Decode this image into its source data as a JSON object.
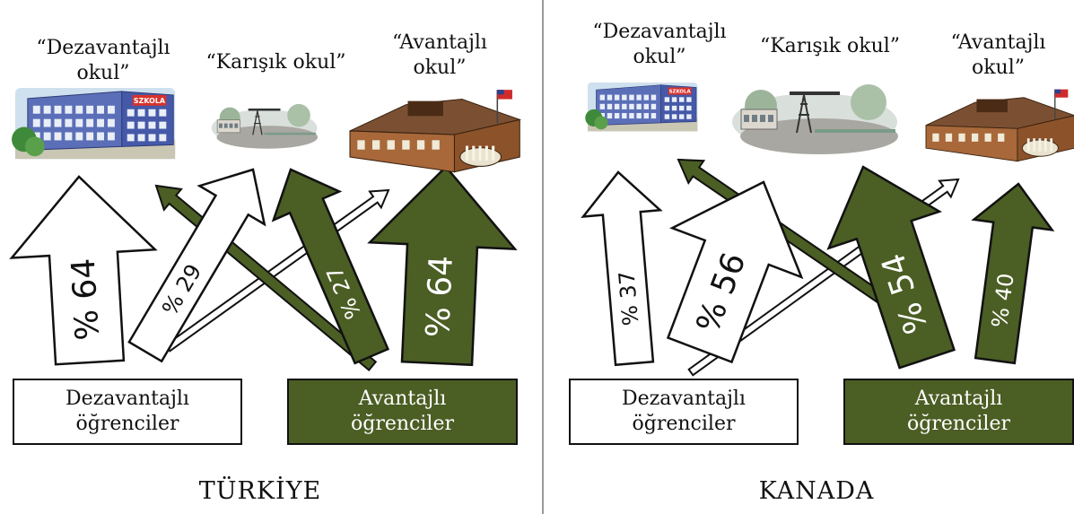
{
  "colors": {
    "green": "#4b5e24",
    "white": "#ffffff",
    "outline": "#111111",
    "divider": "#9a9a9a"
  },
  "panels": [
    {
      "country": "TÜRKİYE",
      "schools": [
        {
          "label_line1": "“Dezavantajlı",
          "label_line2": "okul”",
          "icon": "school-building-blue-icon"
        },
        {
          "label_line1": "“Karışık okul”",
          "label_line2": "",
          "icon": "school-building-small-icon"
        },
        {
          "label_line1": "“Avantajlı",
          "label_line2": "okul”",
          "icon": "school-building-brown-icon"
        }
      ],
      "students": [
        {
          "line1": "Dezavantajlı",
          "line2": "öğrenciler",
          "style": "white"
        },
        {
          "line1": "Avantajlı",
          "line2": "öğrenciler",
          "style": "green"
        }
      ],
      "flows": [
        {
          "from": "Dezavantajlı öğrenciler",
          "to": "“Dezavantajlı okul”",
          "label": "% 64",
          "value": 64
        },
        {
          "from": "Dezavantajlı öğrenciler",
          "to": "“Karışık okul”",
          "label": "% 29",
          "value": 29
        },
        {
          "from": "Dezavantajlı öğrenciler",
          "to": "“Avantajlı okul”",
          "label": "",
          "value": null
        },
        {
          "from": "Avantajlı öğrenciler",
          "to": "“Dezavantajlı okul”",
          "label": "",
          "value": null
        },
        {
          "from": "Avantajlı öğrenciler",
          "to": "“Karışık okul”",
          "label": "% 27",
          "value": 27
        },
        {
          "from": "Avantajlı öğrenciler",
          "to": "“Avantajlı okul”",
          "label": "% 64",
          "value": 64
        }
      ]
    },
    {
      "country": "KANADA",
      "schools": [
        {
          "label_line1": "“Dezavantajlı",
          "label_line2": "okul”",
          "icon": "school-building-blue-icon"
        },
        {
          "label_line1": "“Karışık okul”",
          "label_line2": "",
          "icon": "school-building-small-icon"
        },
        {
          "label_line1": "“Avantajlı",
          "label_line2": "okul”",
          "icon": "school-building-brown-icon"
        }
      ],
      "students": [
        {
          "line1": "Dezavantajlı",
          "line2": "öğrenciler",
          "style": "white"
        },
        {
          "line1": "Avantajlı",
          "line2": "öğrenciler",
          "style": "green"
        }
      ],
      "flows": [
        {
          "from": "Dezavantajlı öğrenciler",
          "to": "“Dezavantajlı okul”",
          "label": "% 37",
          "value": 37
        },
        {
          "from": "Dezavantajlı öğrenciler",
          "to": "“Karışık okul”",
          "label": "% 56",
          "value": 56
        },
        {
          "from": "Dezavantajlı öğrenciler",
          "to": "“Avantajlı okul”",
          "label": "",
          "value": null
        },
        {
          "from": "Avantajlı öğrenciler",
          "to": "“Dezavantajlı okul”",
          "label": "",
          "value": null
        },
        {
          "from": "Avantajlı öğrenciler",
          "to": "“Karışık okul”",
          "label": "% 54",
          "value": 54
        },
        {
          "from": "Avantajlı öğrenciler",
          "to": "“Avantajlı okul”",
          "label": "% 40",
          "value": 40
        }
      ]
    }
  ]
}
